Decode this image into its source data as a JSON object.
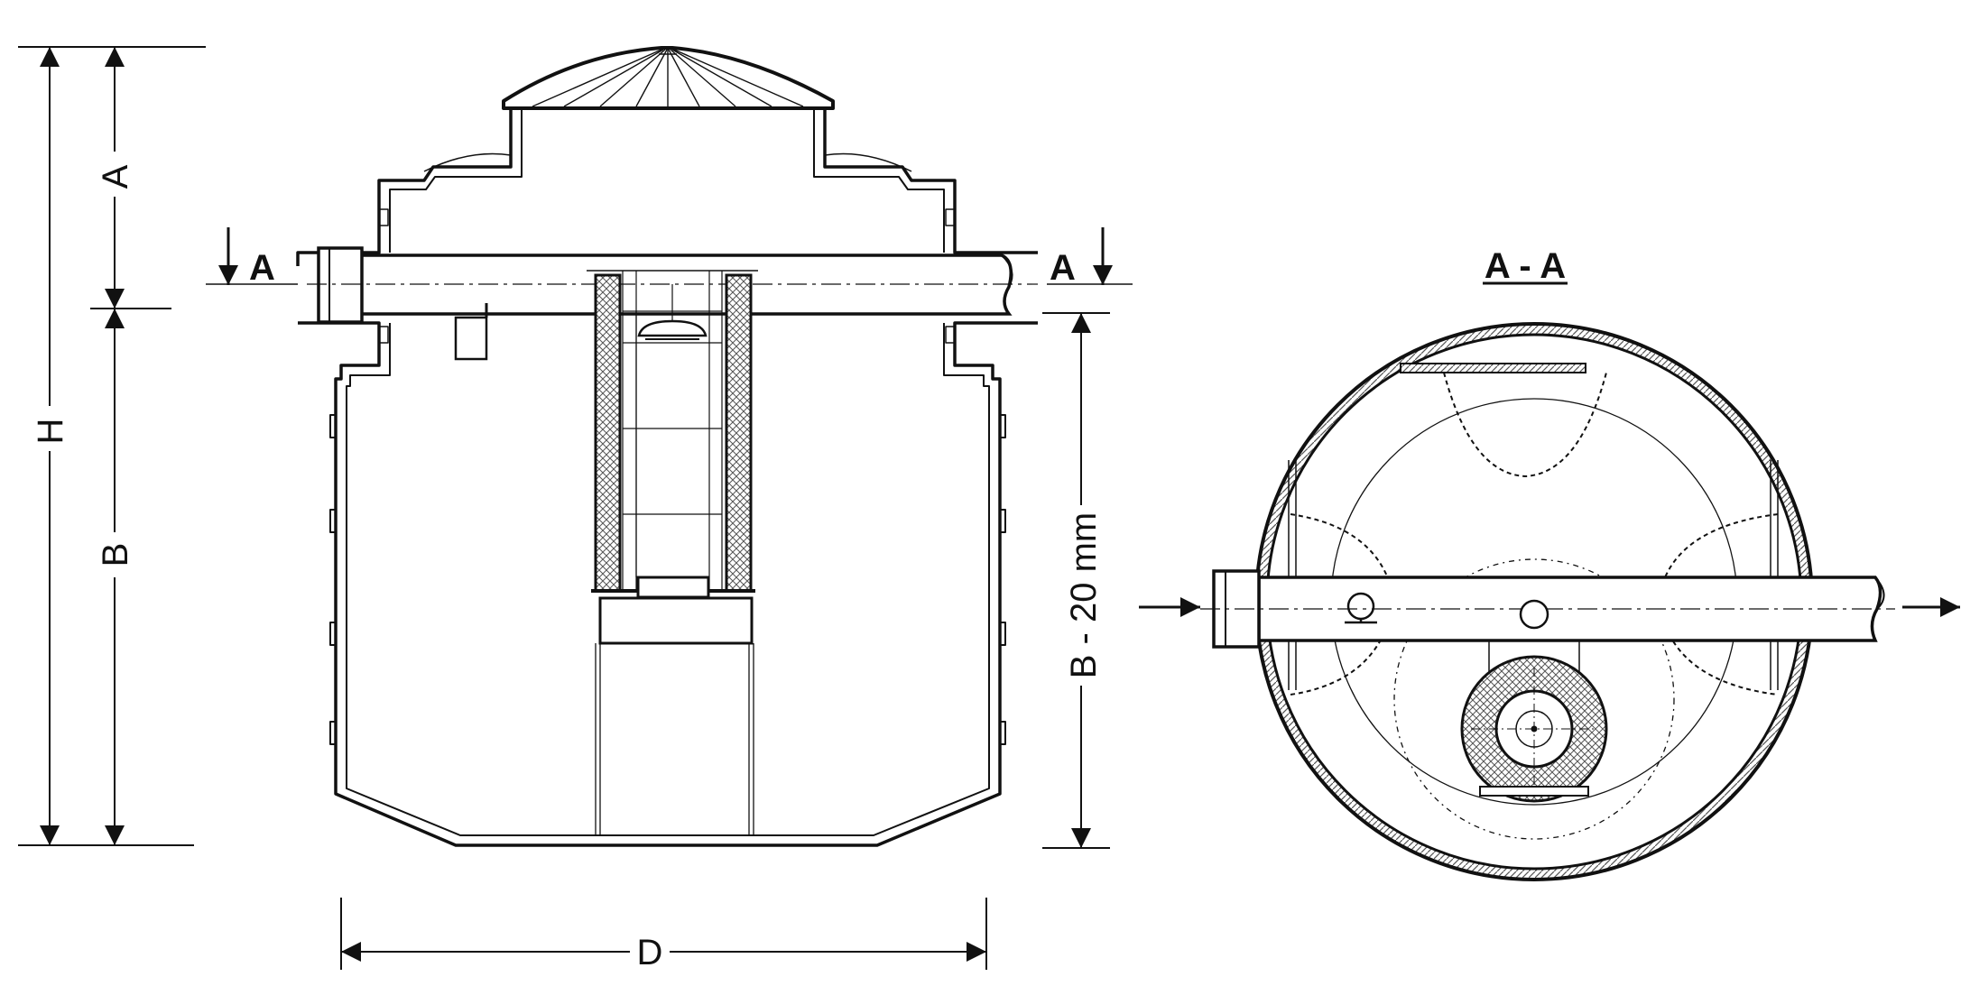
{
  "labels": {
    "dim_height": "H",
    "dim_top": "A",
    "dim_body": "B",
    "dim_diameter": "D",
    "dim_depth": "B - 20 mm",
    "section_marker_left": "A",
    "section_marker_right": "A",
    "section_title": "A - A"
  },
  "colors": {
    "line": "#111111",
    "fill": "#ffffff",
    "hatch": "#555555"
  },
  "icons": {
    "flow_arrow": "arrow-right-icon",
    "section_arrow": "arrow-down-icon"
  }
}
